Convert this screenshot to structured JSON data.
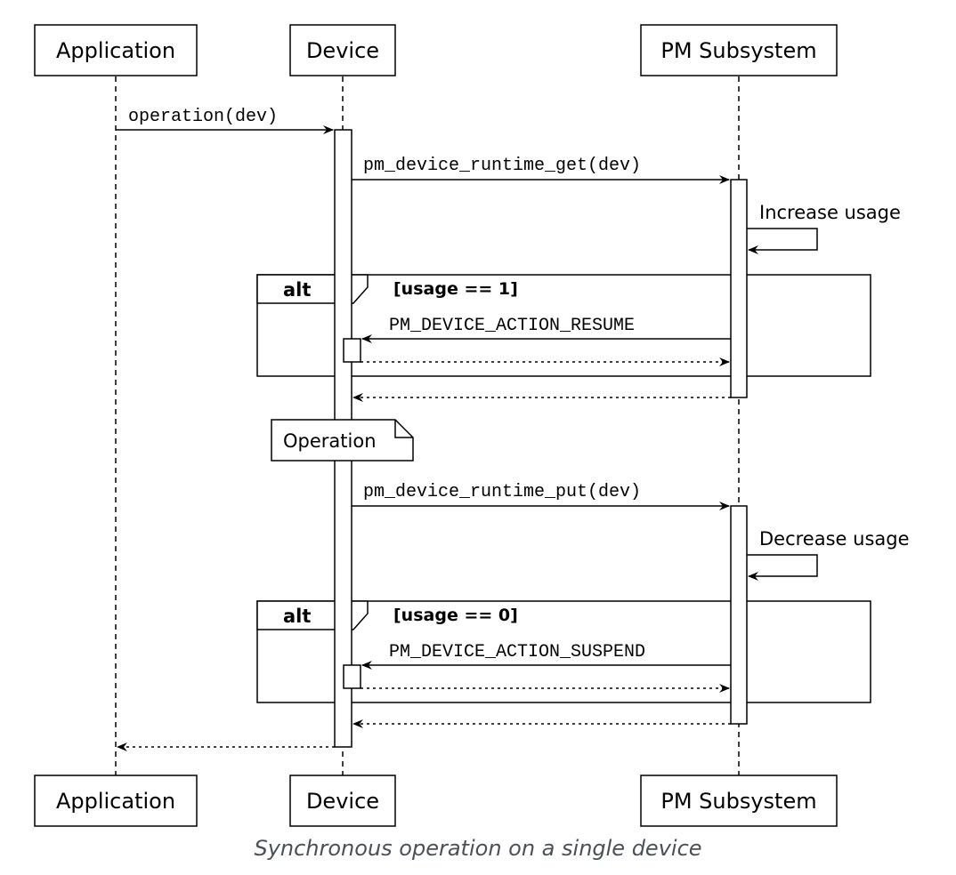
{
  "participants": [
    {
      "id": "app",
      "label": "Application"
    },
    {
      "id": "dev",
      "label": "Device"
    },
    {
      "id": "pm",
      "label": "PM Subsystem"
    }
  ],
  "messages": {
    "operation": "operation(dev)",
    "runtime_get": "pm_device_runtime_get(dev)",
    "increase_usage": "Increase usage",
    "action_resume": "PM_DEVICE_ACTION_RESUME",
    "runtime_put": "pm_device_runtime_put(dev)",
    "decrease_usage": "Decrease usage",
    "action_suspend": "PM_DEVICE_ACTION_SUSPEND"
  },
  "fragments": [
    {
      "operator": "alt",
      "guard": "[usage == 1]"
    },
    {
      "operator": "alt",
      "guard": "[usage == 0]"
    }
  ],
  "note": "Operation",
  "caption": "Synchronous operation on a single device",
  "colors": {
    "line": "#000000",
    "box_fill": "#ffffff",
    "caption": "#4a4f5a"
  }
}
